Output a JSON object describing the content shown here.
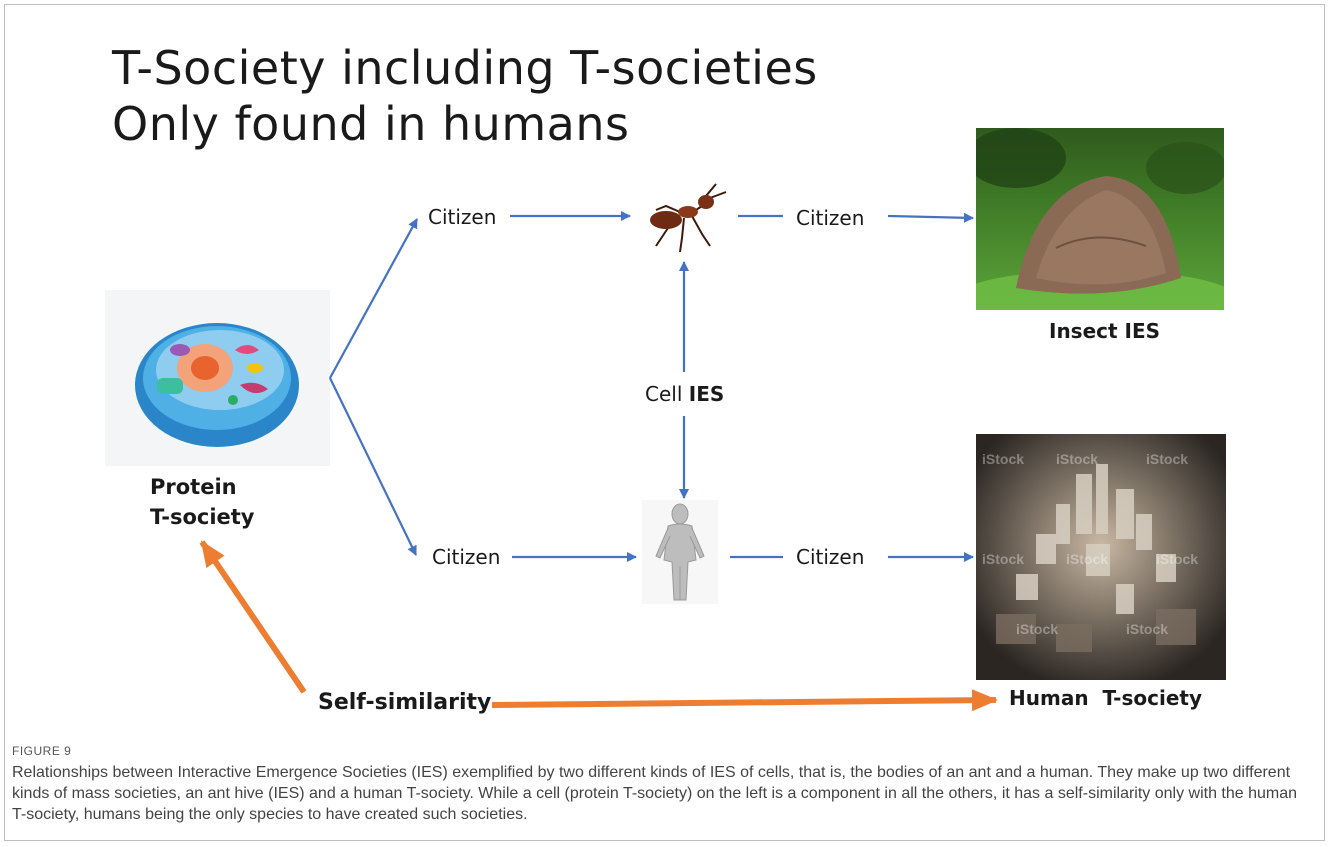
{
  "title": {
    "line1": "T-Society including T-societies",
    "line2": "Only found in humans"
  },
  "nodes": {
    "citizen_top_left": "Citizen",
    "citizen_top_right": "Citizen",
    "citizen_bottom_left": "Citizen",
    "citizen_bottom_right": "Citizen",
    "cell_ies_prefix": "Cell",
    "cell_ies_bold": "IES",
    "protein_line1": "Protein",
    "protein_line2": "T-society",
    "insect_ies": "Insect IES",
    "human_t_society": "Human  T-society",
    "self_similarity": "Self-similarity"
  },
  "images": {
    "cell": "cell-illustration",
    "ant": "ant-photo",
    "ant_hill": "ant-hill-photo",
    "human_figure": "human-body-figure",
    "city": "city-aerial-photo",
    "watermark_text": "iStock"
  },
  "colors": {
    "blue_arrow": "#4472C4",
    "orange_arrow": "#ED7D31"
  },
  "figure": {
    "label": "FIGURE 9",
    "caption": "Relationships between Interactive Emergence Societies (IES) exemplified by two different kinds of IES of cells, that is, the bodies of an ant and a human. They make up two different kinds of mass societies, an ant hive (IES) and a human T-society. While a cell (protein T-society) on the left is a component in all the others, it has a self-similarity only with the human T-society, humans being the only species to have created such societies."
  }
}
